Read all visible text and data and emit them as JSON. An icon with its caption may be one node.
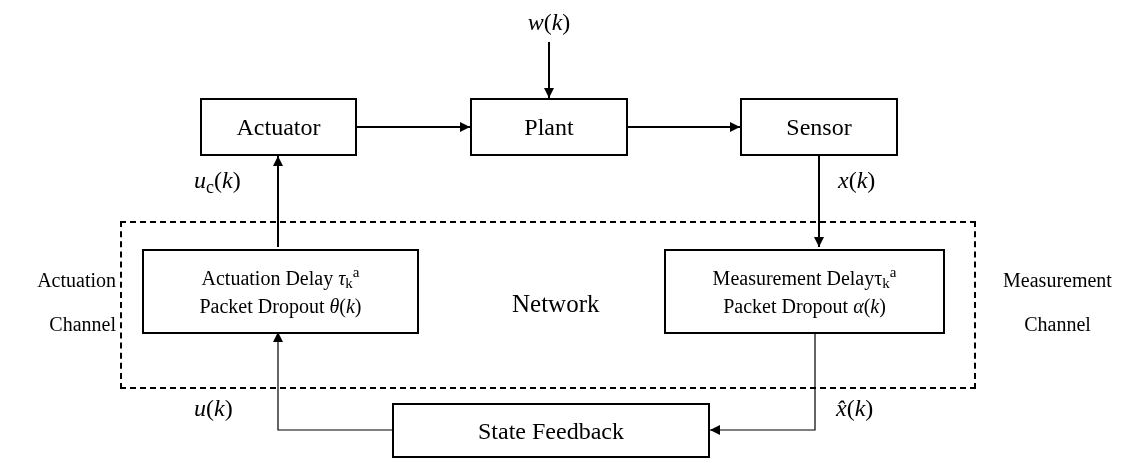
{
  "diagram": {
    "nodes": [
      {
        "text": [
          "*w*(*k*)"
        ]
      },
      {
        "text": [
          "Actuator"
        ]
      },
      {
        "text": [
          "Plant"
        ]
      },
      {
        "text": [
          "Sensor"
        ]
      },
      {
        "text": [
          "Network"
        ]
      },
      {
        "text": [
          "Actuation Delay *τ*$_{k}$$^{a}$",
          "Packet Dropout *θ*(*k*)"
        ],
        "in": 4
      },
      {
        "text": [
          "Measurement Delayτ$_{k}$$^{a}$",
          "Packet Dropout *α*(*k*)"
        ],
        "in": 4
      },
      {
        "text": [
          "State Feedback"
        ]
      }
    ],
    "edges": [
      {
        "from": 0,
        "to": 2,
        "arrow": "to"
      },
      {
        "from": 1,
        "to": 2,
        "arrow": "to"
      },
      {
        "from": 2,
        "to": 3,
        "arrow": "to"
      },
      {
        "from": 3,
        "to": 6,
        "arrow": "to",
        "label": "*x*(*k*)"
      },
      {
        "from": 5,
        "to": 1,
        "arrow": "to",
        "label": "*u*$_{c}$(*k*)"
      },
      {
        "from": 6,
        "to": 7,
        "arrow": "to",
        "label": "*x̂*(*k*)"
      },
      {
        "from": 7,
        "to": 5,
        "arrow": "to",
        "label": "*u*(*k*)"
      }
    ],
    "labels": [
      "Actuation Channel",
      "Measurement Channel"
    ]
  }
}
